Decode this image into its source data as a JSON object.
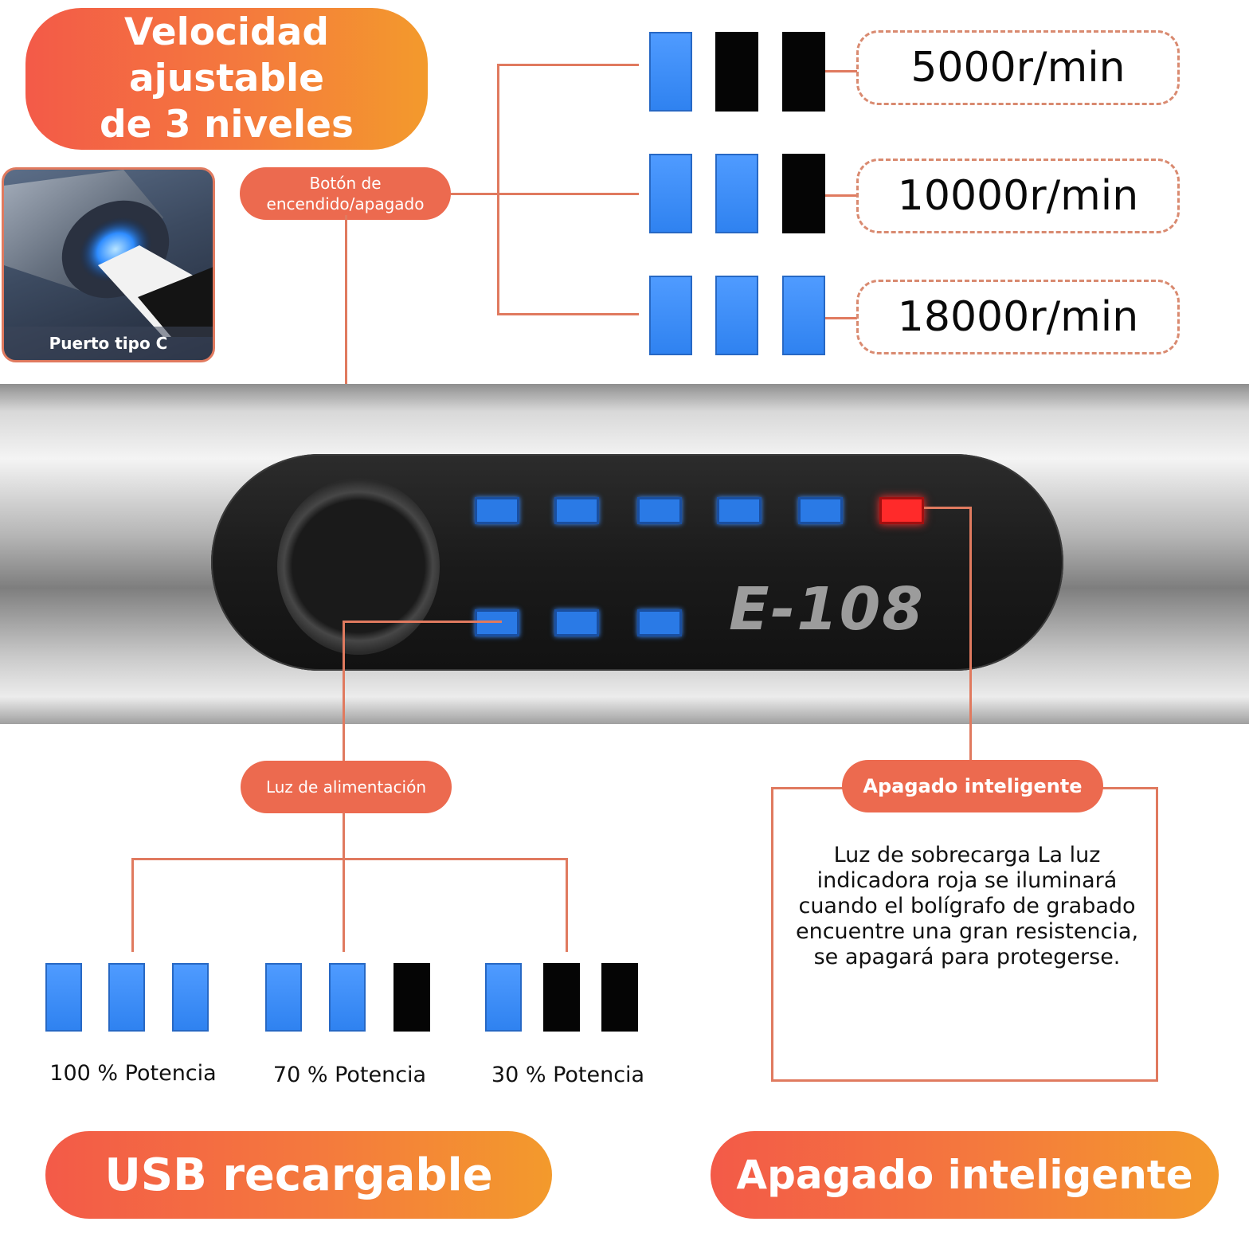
{
  "header": {
    "title_line1": "Velocidad ajustable",
    "title_line2": "de 3 niveles"
  },
  "port_card": {
    "label": "Puerto tipo C"
  },
  "tags": {
    "power_button": "Botón de encendido/apagado",
    "power_light": "Luz de alimentación",
    "smart_off": "Apagado inteligente"
  },
  "speeds": [
    {
      "label": "5000r/min",
      "lit": 1
    },
    {
      "label": "10000r/min",
      "lit": 2
    },
    {
      "label": "18000r/min",
      "lit": 3
    }
  ],
  "device": {
    "model": "E-108"
  },
  "power_levels": [
    {
      "label": "100 % Potencia",
      "lit": 3
    },
    {
      "label": "70 % Potencia",
      "lit": 2
    },
    {
      "label": "30 % Potencia",
      "lit": 1
    }
  ],
  "smart_off_description": "Luz de sobrecarga La luz indicadora roja se iluminará cuando el bolígrafo de grabado encuentre una gran resistencia, se apagará para protegerse.",
  "footer": {
    "left": "USB recargable",
    "right": "Apagado inteligente"
  },
  "colors": {
    "accent": "#ec6a4f",
    "led_blue": "#2f82f0",
    "led_red": "#ff2a2a"
  }
}
